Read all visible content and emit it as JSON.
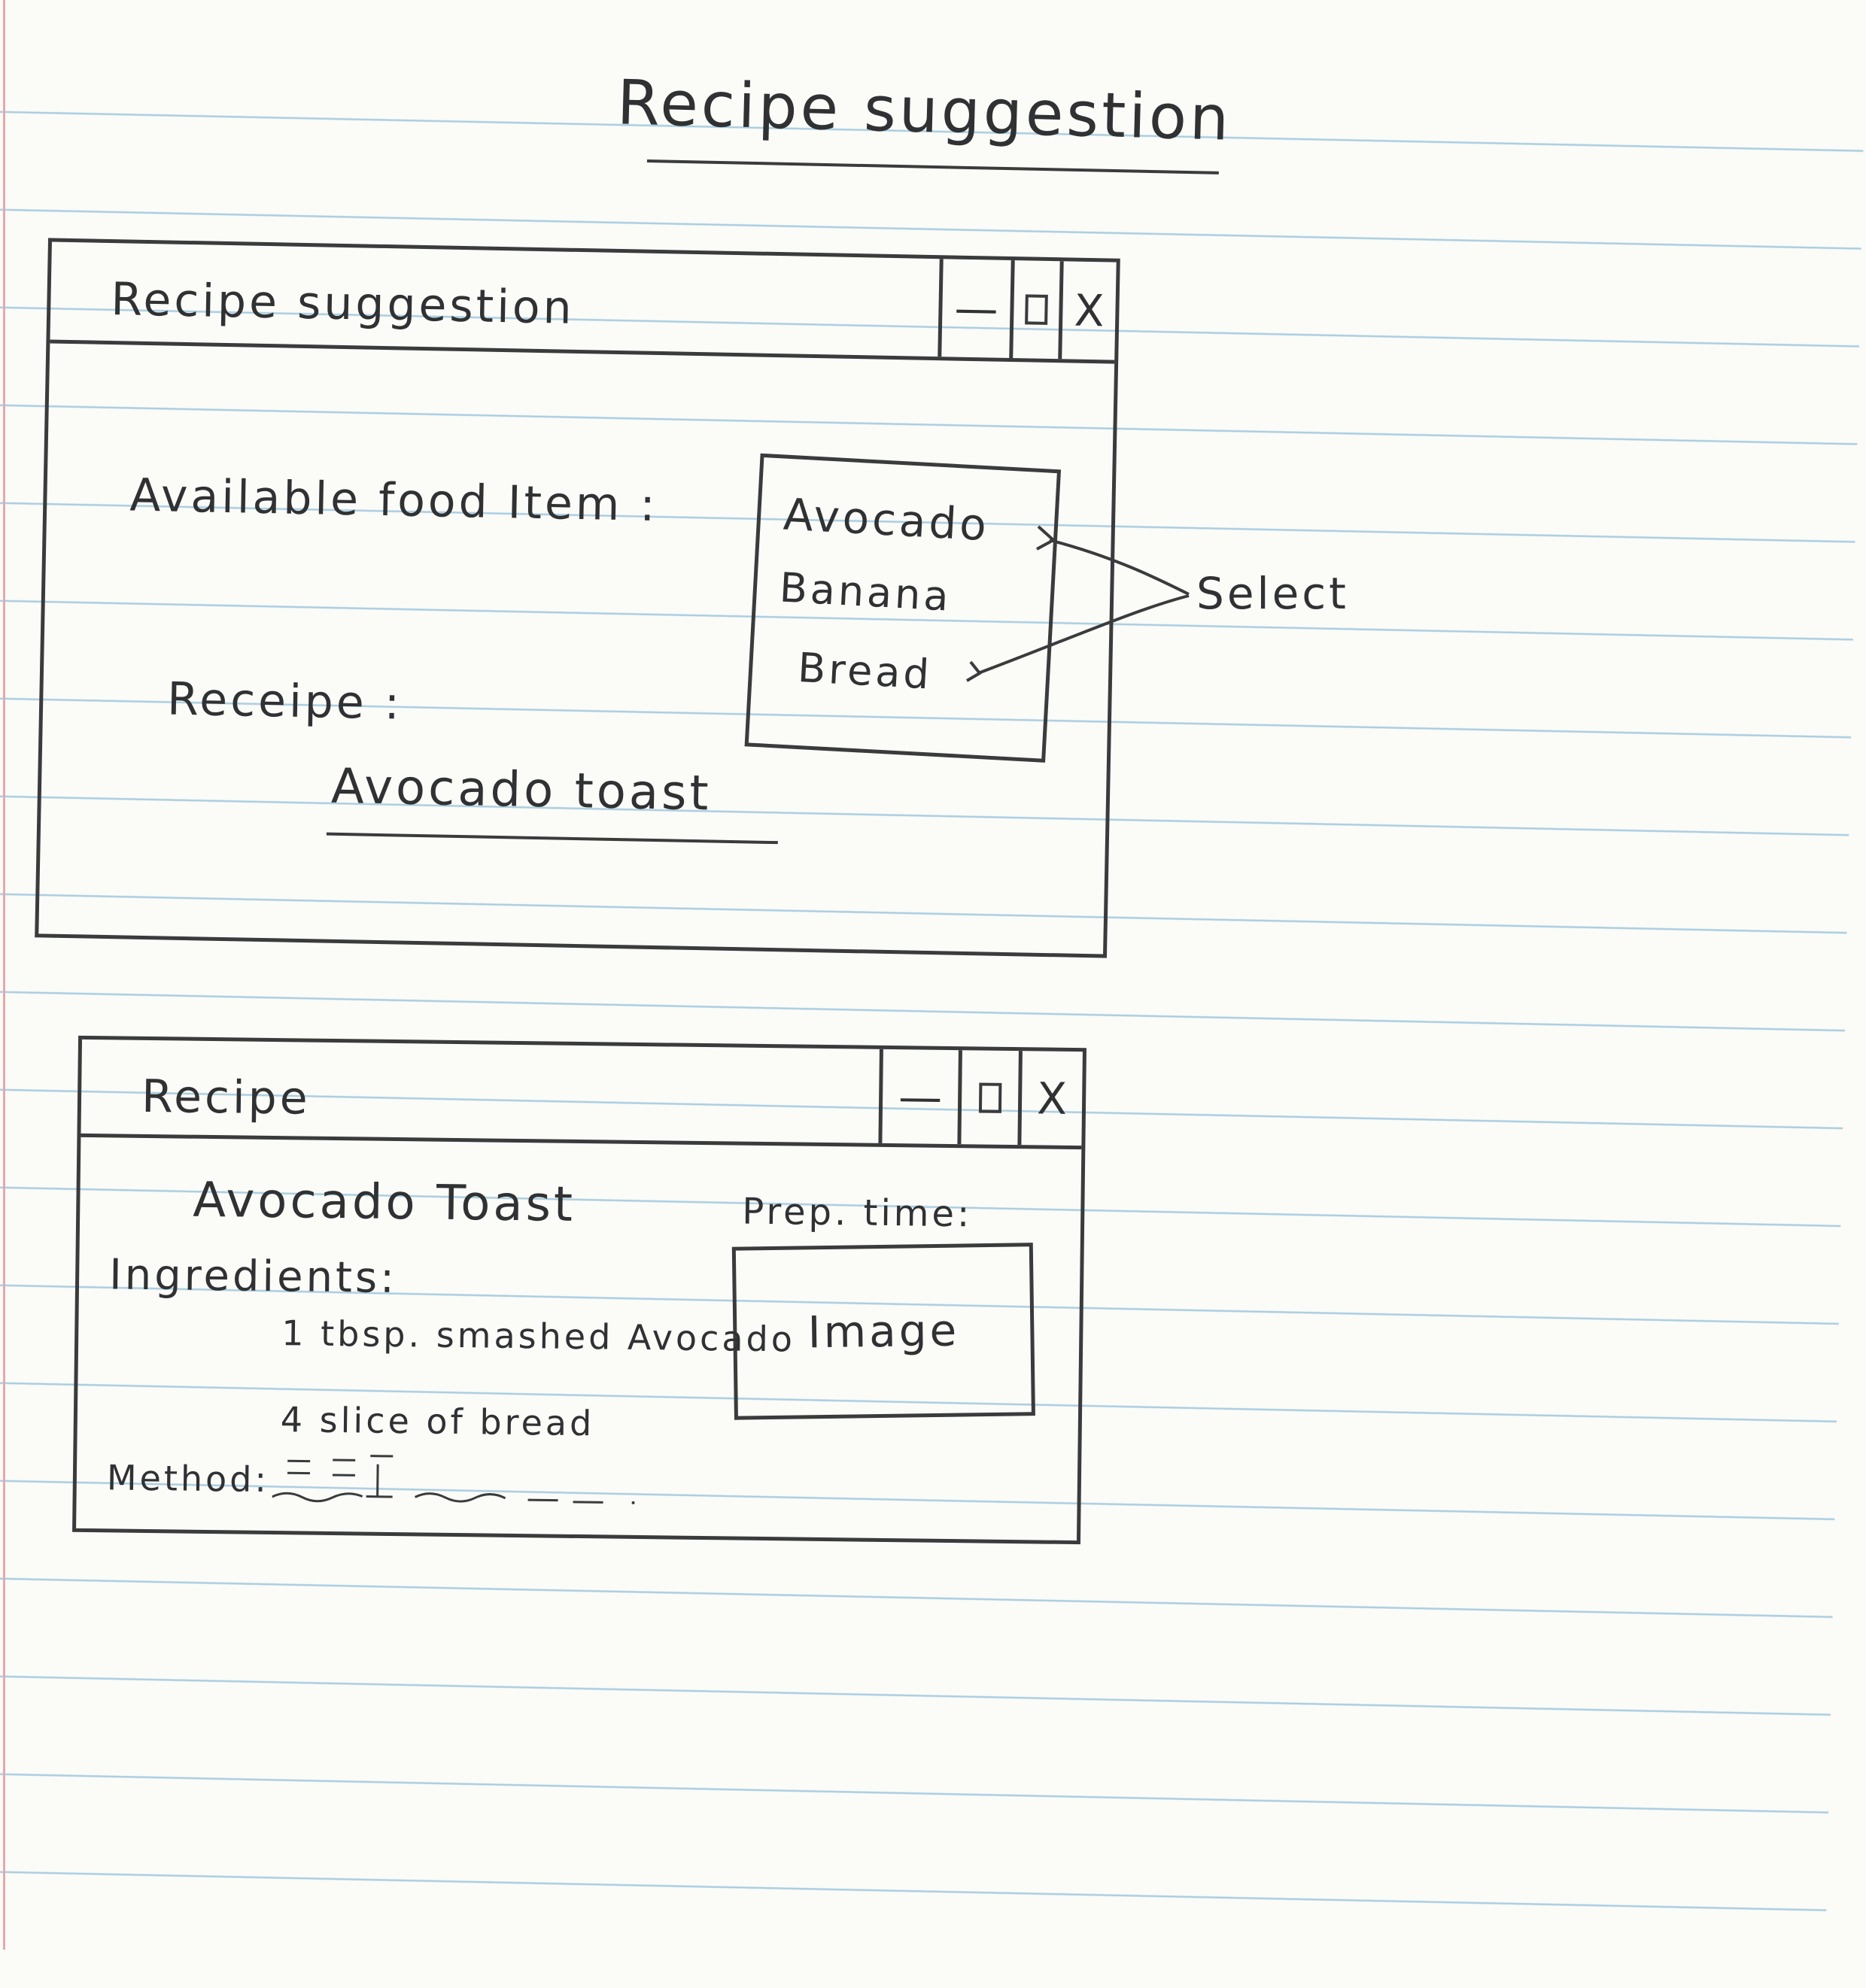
{
  "page": {
    "title": "Recipe suggestion"
  },
  "suggestion_window": {
    "title": "Recipe suggestion",
    "controls": {
      "minimize": "—",
      "maximize": "□",
      "close": "X"
    },
    "available_label": "Available food Item :",
    "food_items": [
      "Avocado",
      "Banana",
      "Bread"
    ],
    "recipe_label": "Receipe :",
    "recipe_value": "Avocado toast"
  },
  "annotation": {
    "select": "Select"
  },
  "recipe_window": {
    "title": "Recipe",
    "controls": {
      "minimize": "—",
      "maximize": "□",
      "close": "X"
    },
    "dish_name": "Avocado Toast",
    "prep_time_label": "Prep. time:",
    "image_placeholder": "Image",
    "ingredients_label": "Ingredients:",
    "ingredients": [
      "1 tbsp. smashed Avocado",
      "4 slice of bread"
    ],
    "method_label": "Method:"
  }
}
